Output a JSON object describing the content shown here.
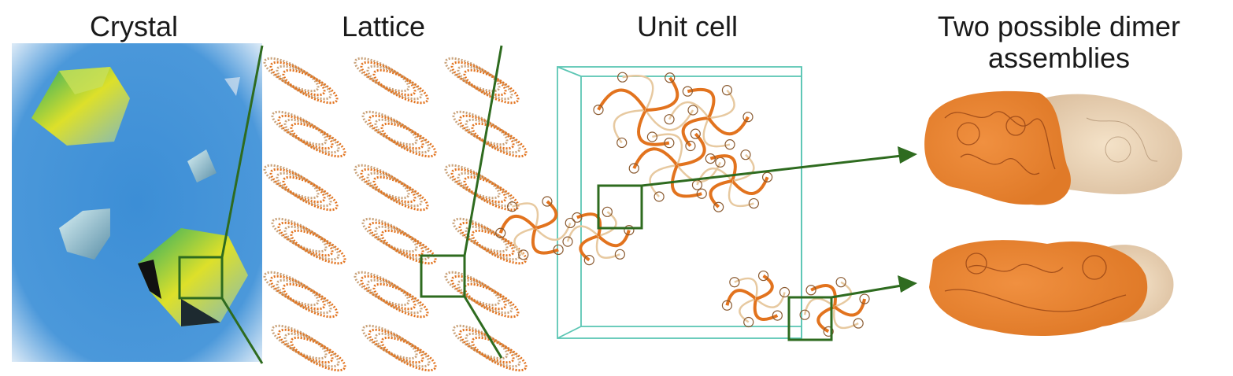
{
  "panels": [
    {
      "id": "crystal",
      "title": "Crystal"
    },
    {
      "id": "lattice",
      "title": "Lattice"
    },
    {
      "id": "unit-cell",
      "title": "Unit cell"
    },
    {
      "id": "dimers",
      "title_line1": "Two possible dimer",
      "title_line2": "assemblies"
    }
  ],
  "colors": {
    "zoom_line": "#2e6b1f",
    "unit_cell_box": "#5cc6b4",
    "protein_orange": "#e2731e",
    "protein_tan": "#e7c9a0",
    "crystal_background": "#3f8fd4"
  }
}
